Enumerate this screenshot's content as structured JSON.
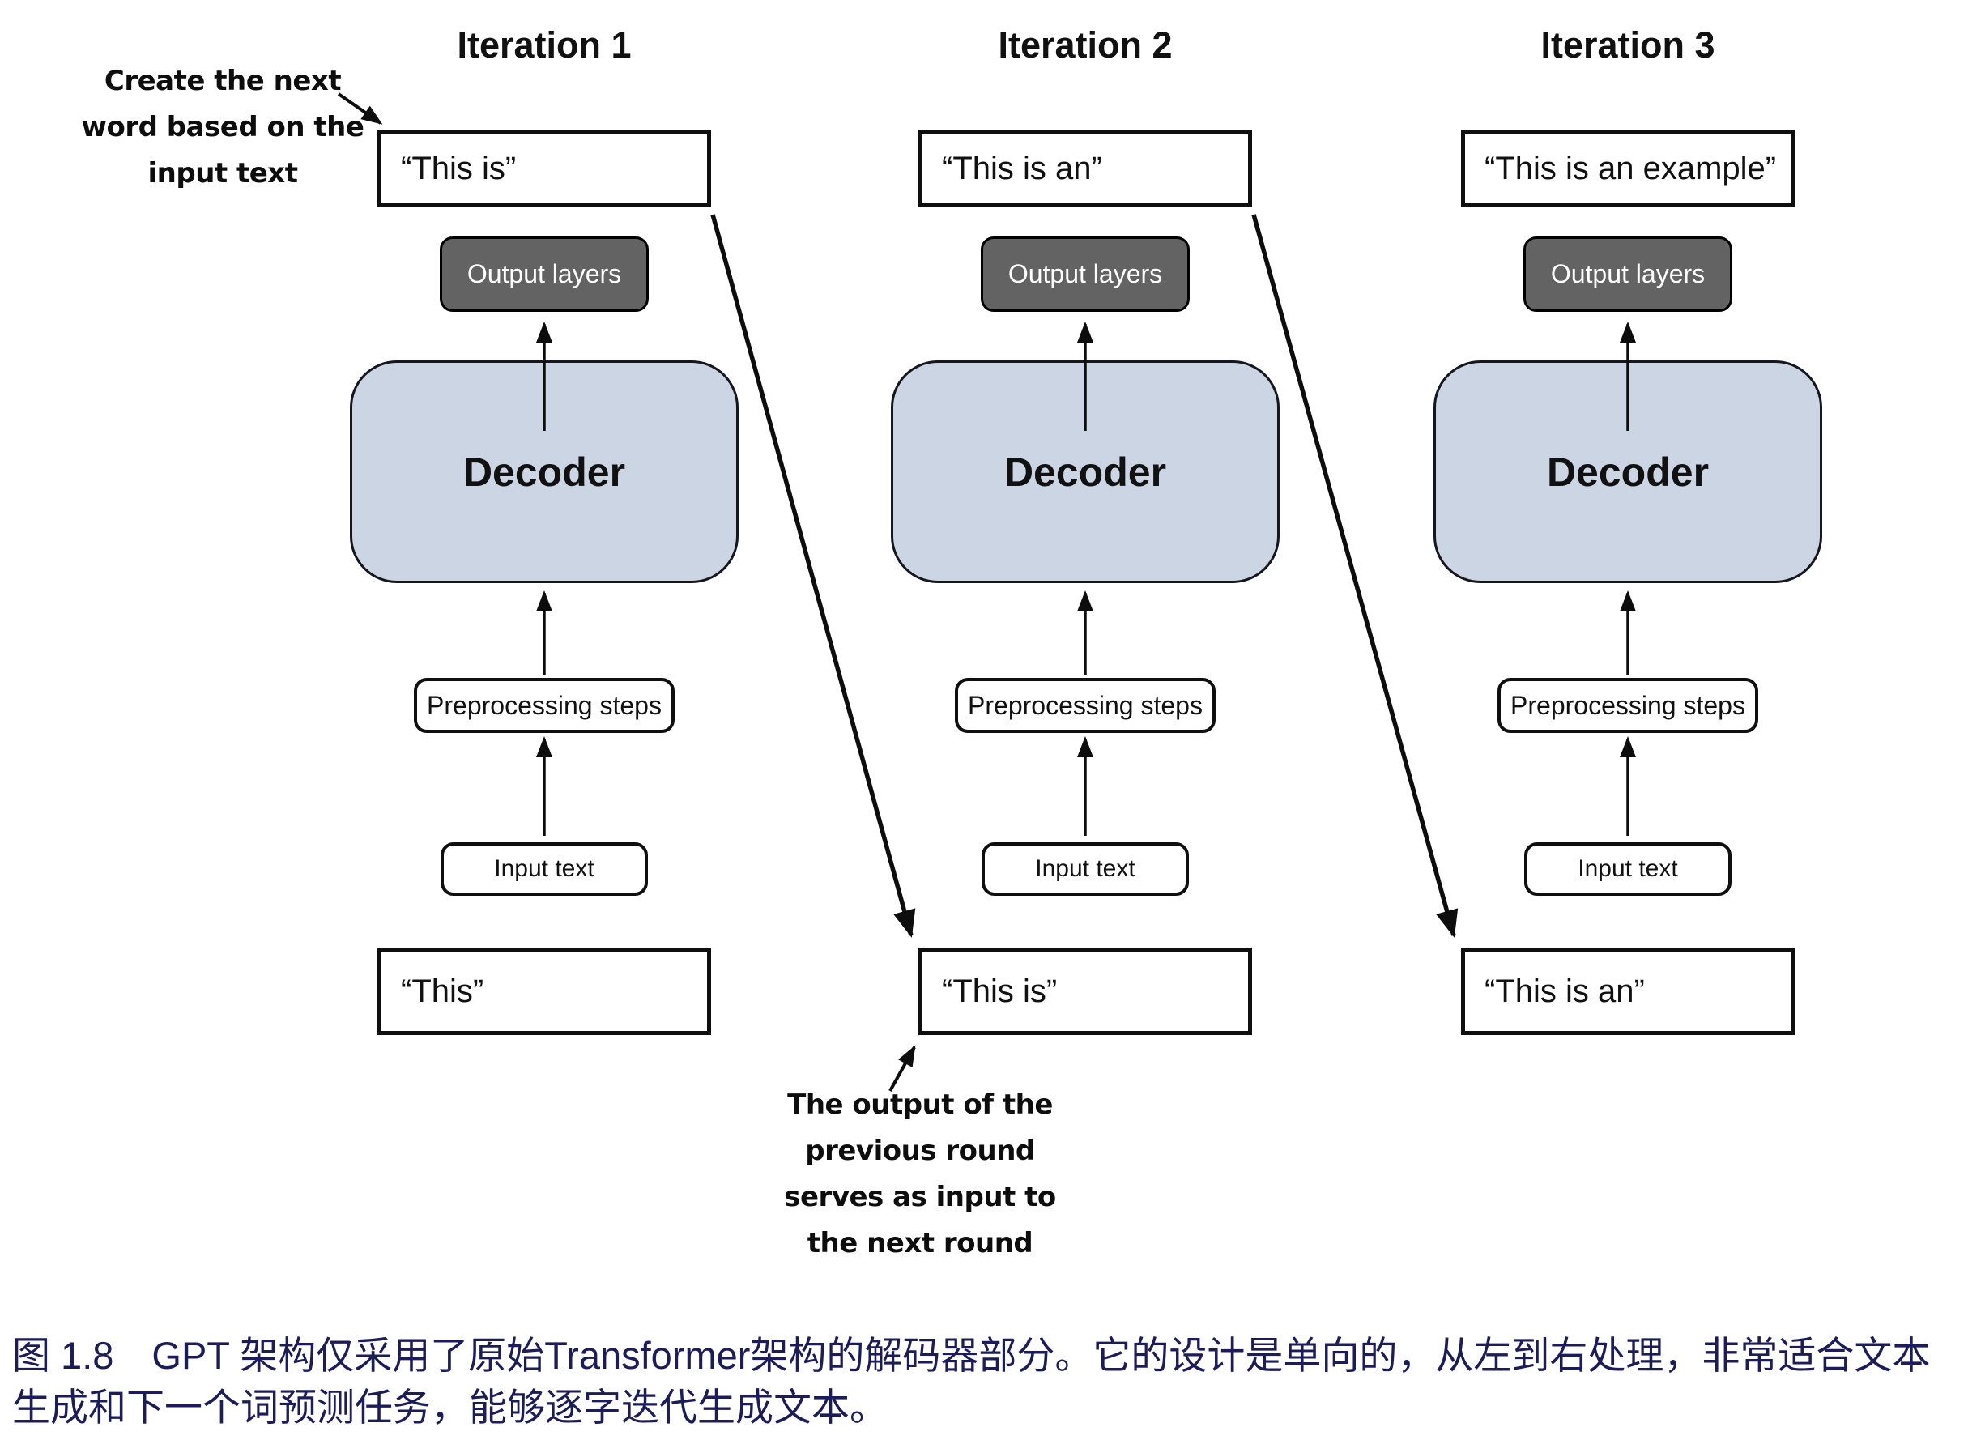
{
  "figure": {
    "iterations": [
      {
        "title": "Iteration 1",
        "generated_text": "“This is”",
        "output_layers_label": "Output layers",
        "decoder_label": "Decoder",
        "preprocessing_label": "Preprocessing steps",
        "input_box_label": "Input text",
        "input_text": "“This”"
      },
      {
        "title": "Iteration 2",
        "generated_text": "“This is an”",
        "output_layers_label": "Output layers",
        "decoder_label": "Decoder",
        "preprocessing_label": "Preprocessing steps",
        "input_box_label": "Input text",
        "input_text": "“This is”"
      },
      {
        "title": "Iteration 3",
        "generated_text": "“This is an example”",
        "output_layers_label": "Output layers",
        "decoder_label": "Decoder",
        "preprocessing_label": "Preprocessing steps",
        "input_box_label": "Input text",
        "input_text": "“This is an”"
      }
    ],
    "annotations": {
      "top_left": {
        "line1": "Create the next",
        "line2": "word based on the",
        "line3": "input text"
      },
      "bottom": {
        "line1": "The output of the",
        "line2": "previous round",
        "line3": "serves as input to",
        "line4": "the next round"
      }
    },
    "caption": {
      "line1": "图 1.8 GPT 架构仅采用了原始Transformer架构的解码器部分。它的设计是单向的，从左到右处理，非常适合文本",
      "line2": "生成和下一个词预测任务，能够逐字迭代生成文本。"
    },
    "colors": {
      "decoder_fill": "#ccd5e3",
      "output_layers_fill": "#636363",
      "caption_text": "#1c1c5a"
    }
  }
}
